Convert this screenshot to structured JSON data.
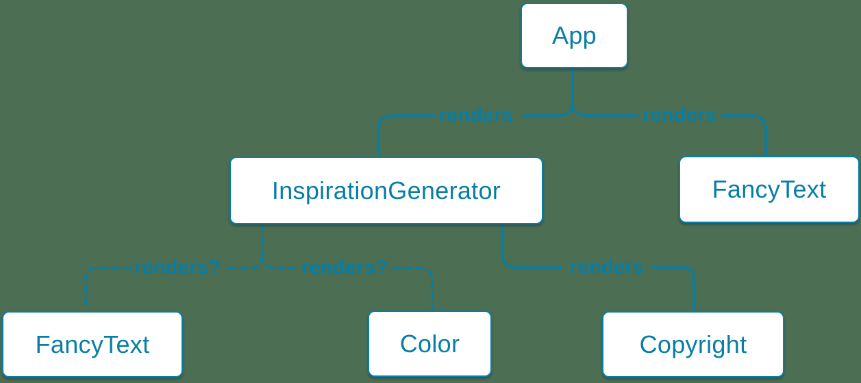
{
  "diagram": {
    "background_color": "#4c6e53",
    "accent_color": "#087ea4",
    "node_fill_color": "#ffffff",
    "nodes": [
      {
        "id": "app",
        "label": "App"
      },
      {
        "id": "inspiration-generator",
        "label": "InspirationGenerator"
      },
      {
        "id": "fancy-text-top",
        "label": "FancyText"
      },
      {
        "id": "fancy-text-bottom",
        "label": "FancyText"
      },
      {
        "id": "color",
        "label": "Color"
      },
      {
        "id": "copyright",
        "label": "Copyright"
      }
    ],
    "edges": [
      {
        "from": "App",
        "to": "InspirationGenerator",
        "label": "renders",
        "style": "solid"
      },
      {
        "from": "App",
        "to": "FancyText",
        "label": "renders",
        "style": "solid"
      },
      {
        "from": "InspirationGenerator",
        "to": "FancyText",
        "label": "renders?",
        "style": "dashed"
      },
      {
        "from": "InspirationGenerator",
        "to": "Color",
        "label": "renders?",
        "style": "dashed"
      },
      {
        "from": "InspirationGenerator",
        "to": "Copyright",
        "label": "renders",
        "style": "solid"
      }
    ]
  }
}
